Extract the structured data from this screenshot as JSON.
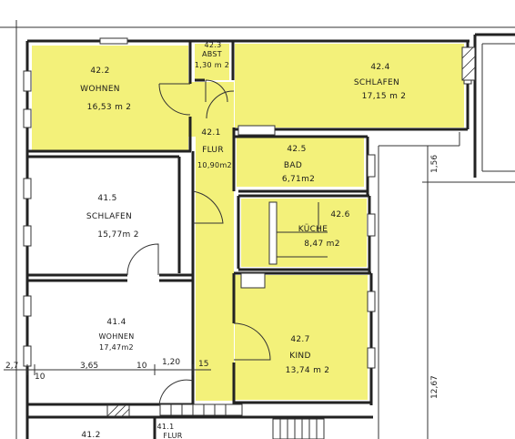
{
  "rooms": [
    {
      "id": "wohnen-422",
      "number": "42.2",
      "name": "WOHNEN",
      "area": "16,53 m 2",
      "highlighted": true
    },
    {
      "id": "abst-423",
      "number": "42.3",
      "name": "ABST",
      "area": "1,30 m 2",
      "highlighted": true
    },
    {
      "id": "schlafen-424",
      "number": "42.4",
      "name": "SCHLAFEN",
      "area": "17,15 m 2",
      "highlighted": true
    },
    {
      "id": "flur-421",
      "number": "42.1",
      "name": "FLUR",
      "area": "10,90m2",
      "highlighted": true
    },
    {
      "id": "bad-425",
      "number": "42.5",
      "name": "BAD",
      "area": "6,71m2",
      "highlighted": true
    },
    {
      "id": "kueche-426",
      "number": "42.6",
      "name": "KÜCHE",
      "area": "8,47 m2",
      "highlighted": true
    },
    {
      "id": "schlafen-415",
      "number": "41.5",
      "name": "SCHLAFEN",
      "area": "15,77m 2",
      "highlighted": false
    },
    {
      "id": "wohnen-414",
      "number": "41.4",
      "name": "WOHNEN",
      "area": "17,47m2",
      "highlighted": false
    },
    {
      "id": "kind-427",
      "number": "42.7",
      "name": "KIND",
      "area": "13,74 m 2",
      "highlighted": true
    },
    {
      "id": "partial-412",
      "number": "41.2",
      "name": "",
      "area": "",
      "highlighted": false
    },
    {
      "id": "flur-411",
      "number": "41.1",
      "name": "FLUR",
      "area": "",
      "highlighted": false
    }
  ],
  "dimensions": {
    "d_27": "2,7",
    "d_10a": "10",
    "d_365": "3,65",
    "d_10b": "10",
    "d_120": "1,20",
    "d_15": "15",
    "d_156": "1,56",
    "d_1267": "12,67"
  },
  "colors": {
    "highlight": "#f3f17a",
    "wall": "#222222",
    "background": "#ffffff"
  }
}
